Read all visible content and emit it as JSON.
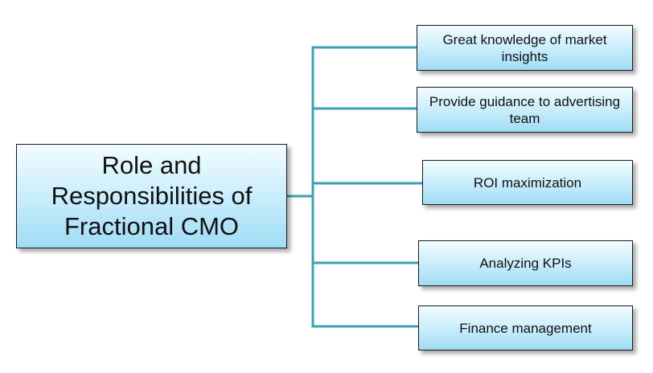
{
  "colors": {
    "connector": "#3aa1b4",
    "box_border": "#1a1a1a",
    "box_fill_top": "#f2fcff",
    "box_fill_bottom": "#9fdcf5"
  },
  "central": {
    "label": "Role and Responsibilities of Fractional CMO"
  },
  "children": [
    {
      "label": "Great knowledge of market insights"
    },
    {
      "label": "Provide guidance to advertising team"
    },
    {
      "label": "ROI maximization"
    },
    {
      "label": "Analyzing KPIs"
    },
    {
      "label": "Finance management"
    }
  ]
}
